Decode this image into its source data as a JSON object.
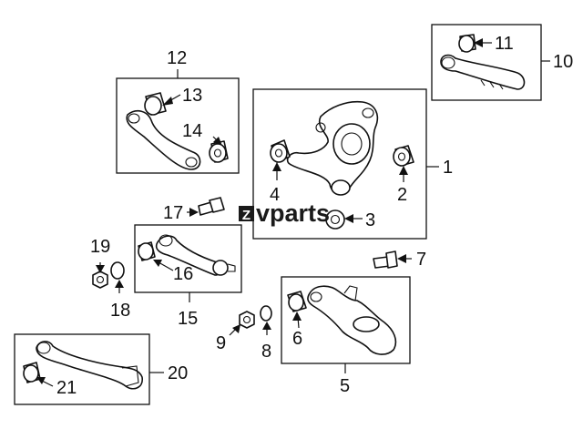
{
  "callouts": {
    "c1": "1",
    "c2": "2",
    "c3": "3",
    "c4": "4",
    "c5": "5",
    "c6": "6",
    "c7": "7",
    "c8": "8",
    "c9": "9",
    "c10": "10",
    "c11": "11",
    "c12": "12",
    "c13": "13",
    "c14": "14",
    "c15": "15",
    "c16": "16",
    "c17": "17",
    "c18": "18",
    "c19": "19",
    "c20": "20",
    "c21": "21"
  },
  "watermark": {
    "logo_letter": "Z",
    "text": "vparts"
  },
  "colors": {
    "line": "#111111",
    "background": "#ffffff"
  }
}
